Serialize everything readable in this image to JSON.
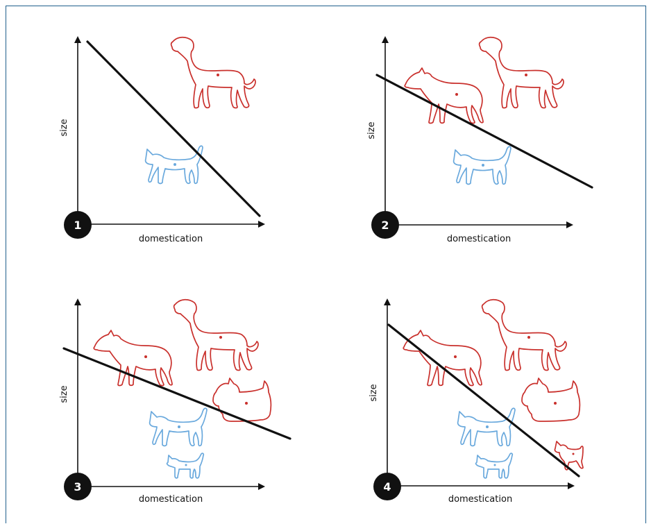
{
  "panels": [
    {
      "number": "1",
      "xlabel": "domestication",
      "ylabel": "size"
    },
    {
      "number": "2",
      "xlabel": "domestication",
      "ylabel": "size"
    },
    {
      "number": "3",
      "xlabel": "domestication",
      "ylabel": "size"
    },
    {
      "number": "4",
      "xlabel": "domestication",
      "ylabel": "size"
    }
  ],
  "colors": {
    "dog": "#c9302c",
    "cat": "#6aa9dd",
    "line": "#111111",
    "frame": "#1f5f8b"
  }
}
